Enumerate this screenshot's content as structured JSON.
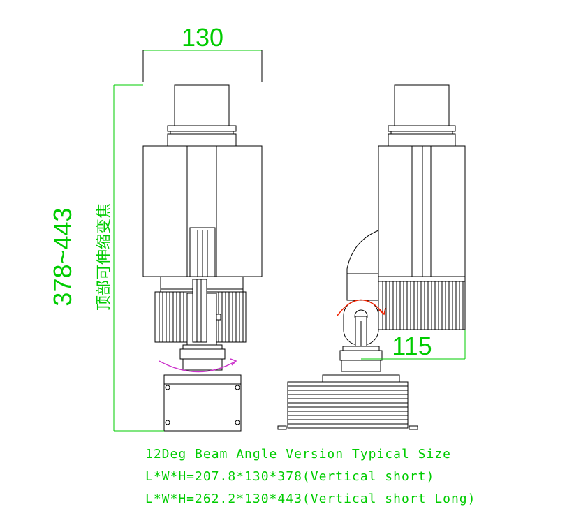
{
  "colors": {
    "dimension": "#00cc00",
    "rotation_magenta": "#cc33cc",
    "rotation_red": "#ee2200",
    "outline": "#000000",
    "background": "#ffffff"
  },
  "dimensions": {
    "width_label": "130",
    "height_label": "378~443",
    "height_note": "顶部可伸缩变焦",
    "depth_label": "115"
  },
  "notes": [
    "12Deg Beam Angle Version Typical Size",
    "L*W*H=207.8*130*378(Vertical short)",
    "L*W*H=262.2*130*443(Vertical short Long)"
  ]
}
